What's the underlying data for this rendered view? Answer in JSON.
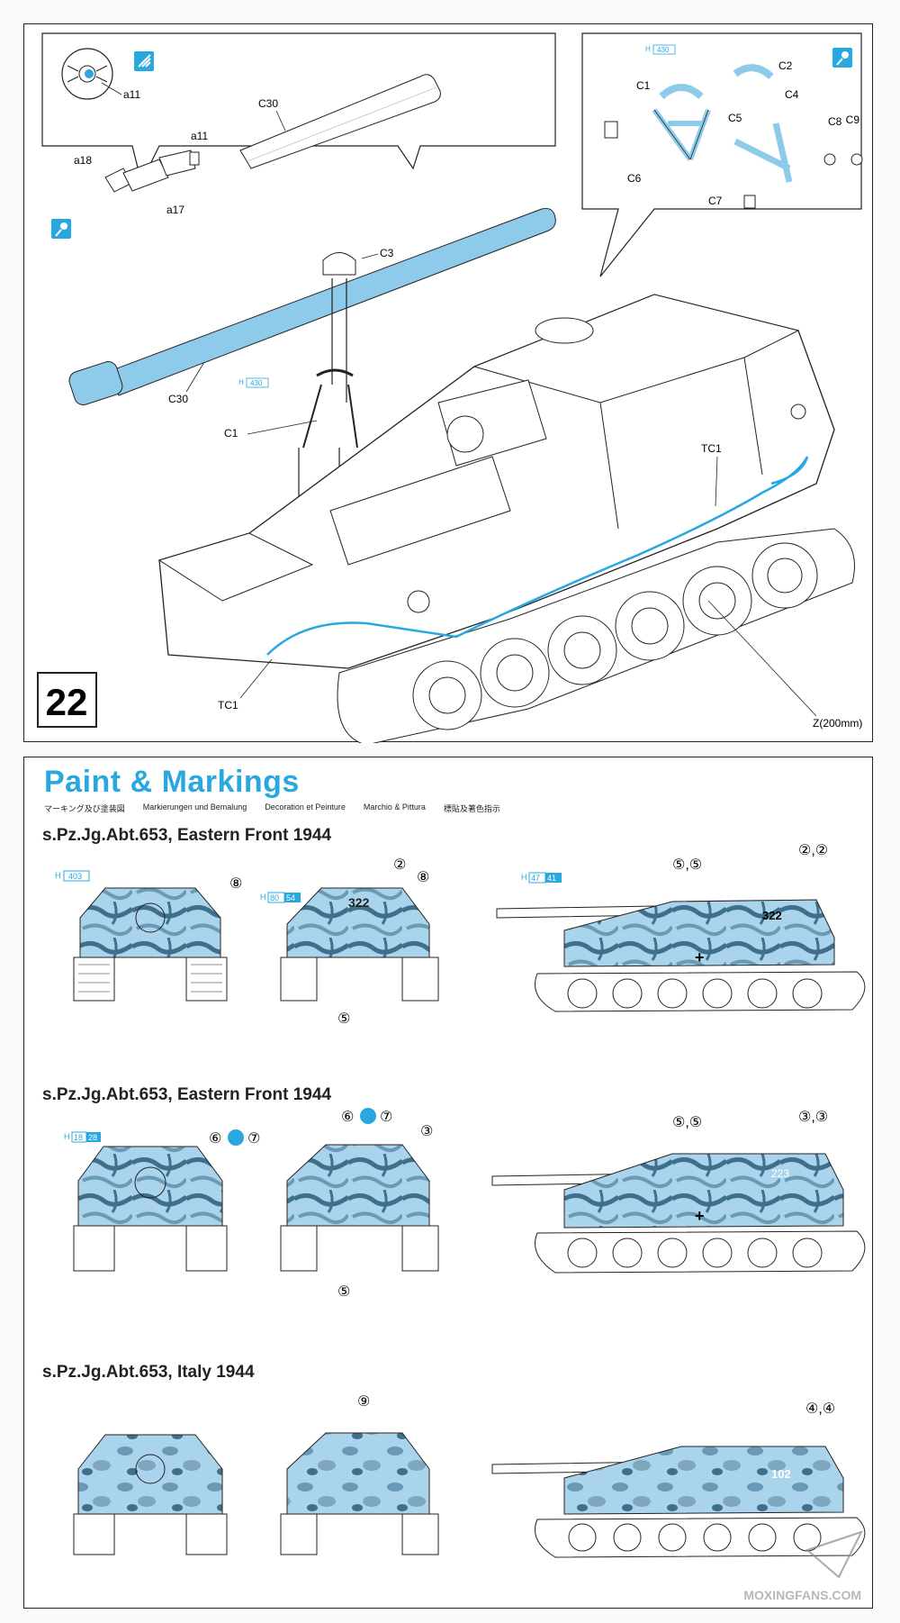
{
  "step": {
    "number": "22",
    "parts": {
      "a11_top": "a11",
      "a11": "a11",
      "a18": "a18",
      "a17": "a17",
      "c30_top": "C30",
      "c30": "C30",
      "c3": "C3",
      "c1": "C1",
      "tc1_left": "TC1",
      "tc1_right": "TC1",
      "cable": "Z(200mm)"
    },
    "paint_ref_barrel": {
      "prefix": "H",
      "code": "430"
    },
    "inset": {
      "labels": {
        "c1": "C1",
        "c2": "C2",
        "c4": "C4",
        "c5": "C5",
        "c6": "C6",
        "c7": "C7",
        "c8": "C8",
        "c9": "C9"
      },
      "paint_ref": {
        "prefix": "H",
        "code": "430"
      }
    }
  },
  "paint": {
    "title": "Paint & Markings",
    "subtitles": [
      "マーキング及び塗装図",
      "Markierungen und Bemalung",
      "Decoration et Peinture",
      "Marchio & Pittura",
      "標貼及著色指示"
    ],
    "schemes": [
      {
        "title": "s.Pz.Jg.Abt.653, Eastern Front 1944",
        "refs": [
          {
            "prefix": "H",
            "code": "403"
          },
          {
            "prefix": "H",
            "code": "80",
            "code2": "54"
          },
          {
            "prefix": "H",
            "code": "47",
            "code2": "41"
          }
        ],
        "turret_number": "322",
        "callouts": {
          "front": "⑧",
          "rear_top1": "②",
          "rear_top2": "⑧",
          "rear_bottom": "⑤",
          "side_left": "⑤,⑤",
          "side_right": "②,②"
        }
      },
      {
        "title": "s.Pz.Jg.Abt.653, Eastern Front 1944",
        "refs": [
          {
            "prefix": "H",
            "code": "18",
            "code2": "28"
          }
        ],
        "turret_number": "223",
        "callouts": {
          "front1": "⑥",
          "front2": "⑦",
          "rear_top1": "⑥",
          "rear_top2": "⑦",
          "rear_top3": "③",
          "rear_bottom": "⑤",
          "side_left": "⑤,⑤",
          "side_right": "③,③"
        }
      },
      {
        "title": "s.Pz.Jg.Abt.653, Italy 1944",
        "turret_number": "102",
        "callouts": {
          "rear": "⑨",
          "side": "④,④"
        }
      }
    ],
    "watermark": "MOXINGFANS.COM"
  },
  "colors": {
    "accent": "#29a8e0",
    "camo_base": "#a9d4ec",
    "camo_dark": "#3e6f8c",
    "camo_mid": "#6a9ab5",
    "part_blue": "#8ecbea"
  }
}
